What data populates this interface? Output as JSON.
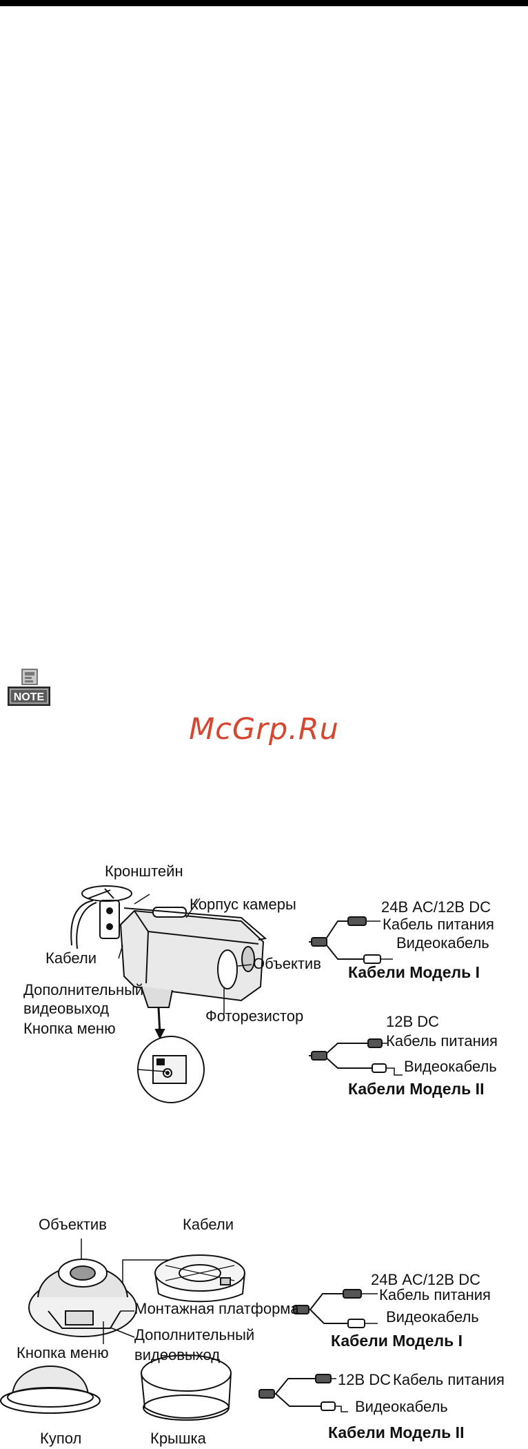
{
  "watermark": "McGrp.Ru",
  "note_icon": {
    "icon": "note-icon",
    "label": "NOTE"
  },
  "bullet_figure": {
    "bracket": "Кронштейн",
    "housing": "Корпус камеры",
    "cables": "Кабели",
    "lens": "Объектив",
    "aux_video_line1": "Дополнительный",
    "aux_video_line2": "видеовыход",
    "menu_button": "Кнопка меню",
    "photoresistor": "Фоторезистор",
    "model1": {
      "voltage": "24В AC/12В DC",
      "power_cable": "Кабель питания",
      "video_cable": "Видеокабель",
      "title": "Кабели Модель I"
    },
    "model2": {
      "voltage": "12В DC",
      "power_cable": "Кабель питания",
      "video_cable": "Видеокабель",
      "title": "Кабели Модель II"
    }
  },
  "dome_figure": {
    "lens": "Объектив",
    "cables": "Кабели",
    "mount_platform": "Монтажная платформа",
    "aux_video_line1": "Дополнительный",
    "aux_video_line2": "видеовыход",
    "menu_button": "Кнопка меню",
    "dome": "Купол",
    "cover": "Крышка",
    "model1": {
      "voltage": "24В AC/12В DC",
      "power_cable": "Кабель питания",
      "video_cable": "Видеокабель",
      "title": "Кабели Модель I"
    },
    "model2": {
      "voltage": "12В DC",
      "power_cable": "Кабель питания",
      "video_cable": "Видеокабель",
      "title": "Кабели Модель II"
    }
  }
}
